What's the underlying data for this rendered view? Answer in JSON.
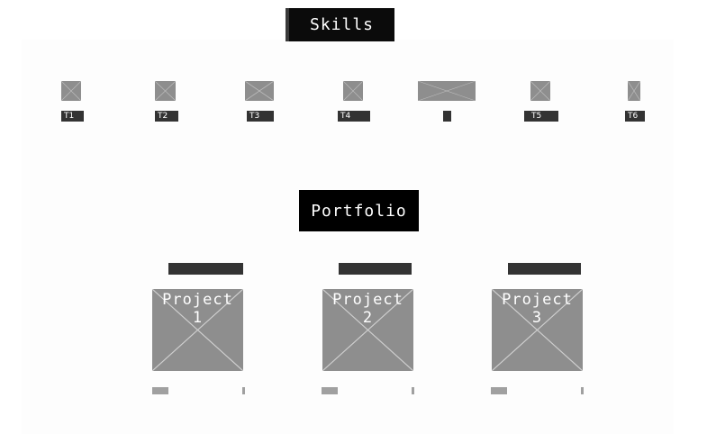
{
  "skills": {
    "heading": "Skills",
    "items": [
      {
        "label": "T1",
        "icon": "image-placeholder-icon"
      },
      {
        "label": "T2",
        "icon": "image-placeholder-icon"
      },
      {
        "label": "T3",
        "icon": "image-placeholder-icon"
      },
      {
        "label": "T4",
        "icon": "image-placeholder-icon"
      },
      {
        "label": "",
        "icon": "image-placeholder-icon"
      },
      {
        "label": "T5",
        "icon": "image-placeholder-icon"
      },
      {
        "label": "T6",
        "icon": "image-placeholder-icon"
      }
    ]
  },
  "portfolio": {
    "heading": "Portfolio",
    "projects": [
      {
        "image_label": "Project 1",
        "title": ""
      },
      {
        "image_label": "Project 2",
        "title": ""
      },
      {
        "image_label": "Project 3",
        "title": ""
      }
    ]
  },
  "colors": {
    "heading_bg": "#000000",
    "placeholder": "#8e8e8e",
    "tag_bg": "#333333"
  }
}
